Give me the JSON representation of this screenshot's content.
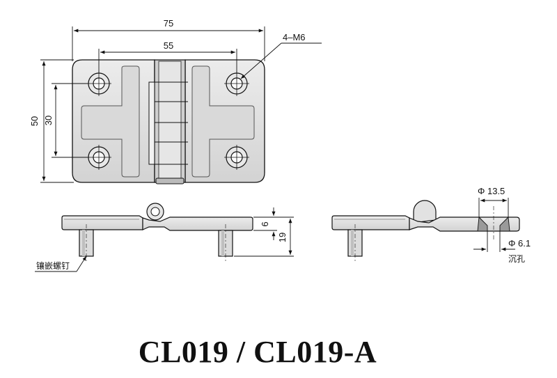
{
  "title": "CL019 / CL019-A",
  "top_view": {
    "dim_overall_width": "75",
    "dim_hole_spacing_x": "55",
    "dim_overall_height": "50",
    "dim_hole_spacing_y": "30",
    "screw_callout": "4–M6"
  },
  "side_view_left": {
    "dim_plate_thickness": "6",
    "dim_total_height": "19",
    "stud_label": "镶嵌螺钉"
  },
  "side_view_right": {
    "dim_counterbore": "Φ 13.5",
    "dim_through_hole": "Φ 6.1",
    "hole_label": "沉孔"
  },
  "colors": {
    "line": "#111111",
    "fill": "#e4e4e4",
    "shadow": "#b9b9b9"
  }
}
